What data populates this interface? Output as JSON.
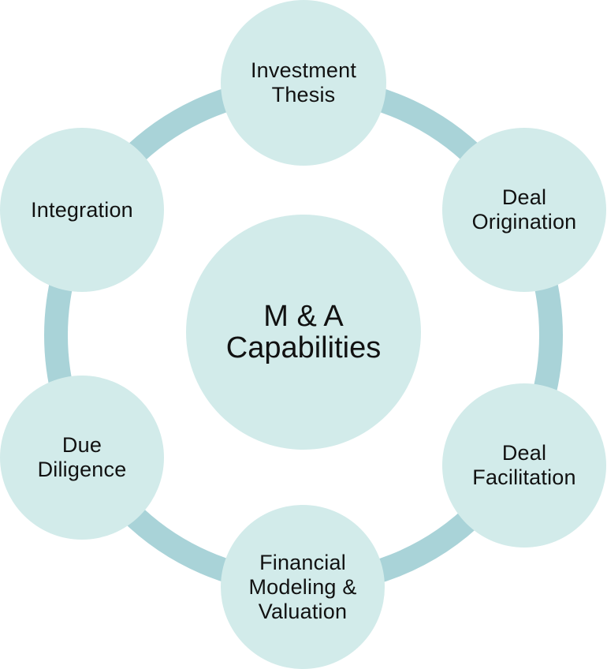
{
  "diagram": {
    "center": {
      "label": "M & A\nCapabilities"
    },
    "nodes": [
      {
        "id": "investment-thesis",
        "label": "Investment\nThesis"
      },
      {
        "id": "deal-origination",
        "label": "Deal\nOrigination"
      },
      {
        "id": "deal-facilitation",
        "label": "Deal\nFacilitation"
      },
      {
        "id": "financial-modeling",
        "label": "Financial\nModeling &\nValuation"
      },
      {
        "id": "due-diligence",
        "label": "Due\nDiligence"
      },
      {
        "id": "integration",
        "label": "Integration"
      }
    ]
  },
  "colors": {
    "circle_fill": "#d2ebea",
    "ring": "#a9d3d8",
    "text": "#111111"
  }
}
